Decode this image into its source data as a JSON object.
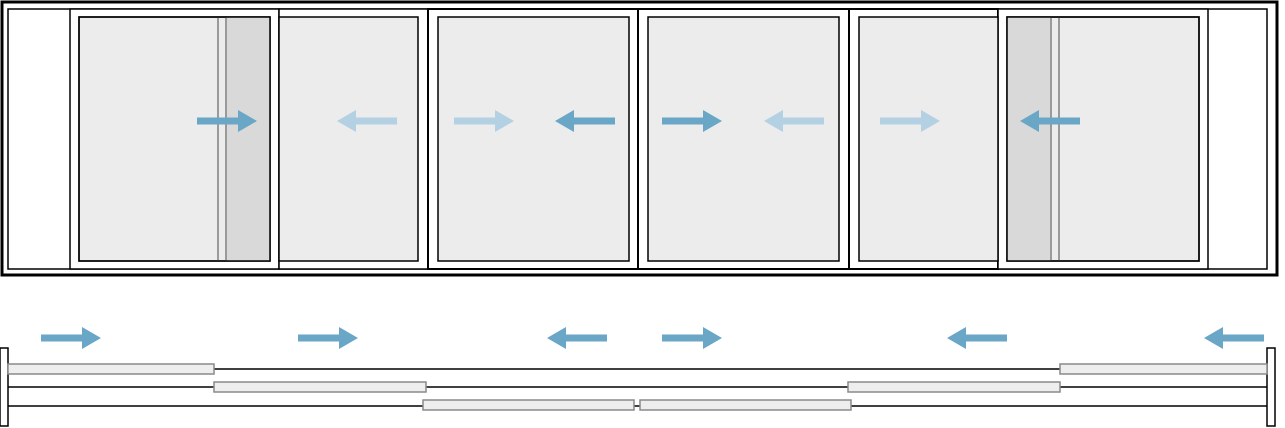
{
  "diagram": {
    "kind": "sliding-door-elevation-and-plan",
    "panel_count": 6,
    "track_count": 3,
    "colors": {
      "frame_stroke": "#000000",
      "glass_fill": "#ececec",
      "stacked_glass_fill": "#d9d9d9",
      "overlap_stile": "#9a9a9a",
      "arrow_active": "#6aa6c6",
      "arrow_faded": "#b3d1e3",
      "plan_panel_fill": "#eeeeee",
      "plan_panel_stroke": "#8a8a8a"
    },
    "elevation_arrows": [
      {
        "direction": "right",
        "tone": "active"
      },
      {
        "direction": "left",
        "tone": "faded"
      },
      {
        "direction": "right",
        "tone": "faded"
      },
      {
        "direction": "left",
        "tone": "active"
      },
      {
        "direction": "right",
        "tone": "active"
      },
      {
        "direction": "left",
        "tone": "faded"
      },
      {
        "direction": "right",
        "tone": "faded"
      },
      {
        "direction": "left",
        "tone": "active"
      }
    ],
    "plan_arrows": [
      {
        "direction": "right",
        "tone": "active"
      },
      {
        "direction": "right",
        "tone": "active"
      },
      {
        "direction": "left",
        "tone": "active"
      },
      {
        "direction": "right",
        "tone": "active"
      },
      {
        "direction": "left",
        "tone": "active"
      },
      {
        "direction": "left",
        "tone": "active"
      }
    ],
    "plan_panels": [
      {
        "track": 1
      },
      {
        "track": 2
      },
      {
        "track": 3
      },
      {
        "track": 3
      },
      {
        "track": 2
      },
      {
        "track": 1
      }
    ]
  }
}
